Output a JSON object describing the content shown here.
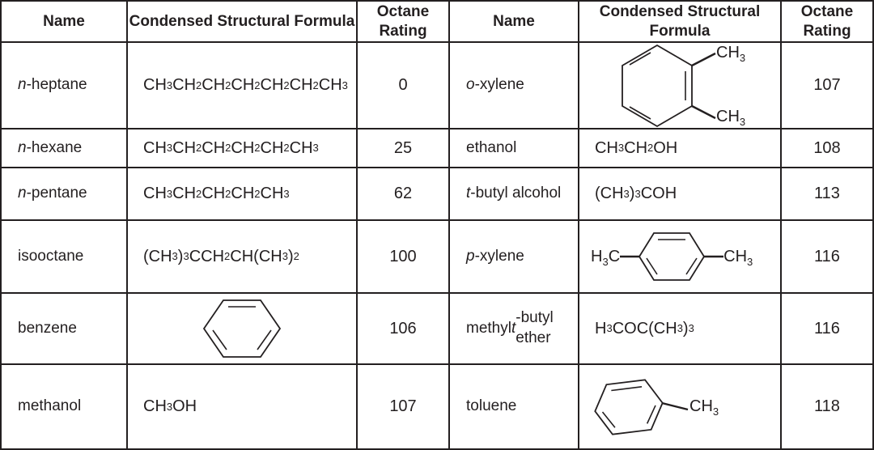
{
  "colors": {
    "ink": "#231f20",
    "background": "#ffffff",
    "grid_line": "#231f20"
  },
  "table": {
    "left": {
      "headers": {
        "name": "Name",
        "formula": "Condensed Structural Formula",
        "octane": "Octane Rating"
      },
      "rows": [
        {
          "name": "*n*-heptane",
          "formula": "CH_3_CH_2_CH_2_CH_2_CH_2_CH_2_CH_3_",
          "octane": "0"
        },
        {
          "name": "*n*-hexane",
          "formula": "CH_3_CH_2_CH_2_CH_2_CH_2_CH_3_",
          "octane": "25"
        },
        {
          "name": "*n*-pentane",
          "formula": "CH_3_CH_2_CH_2_CH_2_CH_3_",
          "octane": "62"
        },
        {
          "name": "isooctane",
          "formula": "(CH_3_)_3_CCH_2_CH(CH_3_)_2_",
          "octane": "100"
        },
        {
          "name": "benzene",
          "structure": "benzene-ring",
          "octane": "106"
        },
        {
          "name": "methanol",
          "formula": "CH_3_OH",
          "octane": "107"
        }
      ]
    },
    "right": {
      "headers": {
        "name": "Name",
        "formula": "Condensed Structural Formula",
        "octane": "Octane Rating"
      },
      "rows": [
        {
          "name": "*o*-xylene",
          "structure": "o-xylene-ring",
          "labels": {
            "top": "CH_3_",
            "bottom": "CH_3_"
          },
          "octane": "107"
        },
        {
          "name": "ethanol",
          "formula": "CH_3_CH_2_OH",
          "octane": "108"
        },
        {
          "name": "*t*-butyl alcohol",
          "formula": "(CH_3_)_3_COH",
          "octane": "113"
        },
        {
          "name": "*p*-xylene",
          "structure": "p-xylene-ring",
          "labels": {
            "left": "H_3_C",
            "right": "CH_3_"
          },
          "octane": "116"
        },
        {
          "name": "methyl *t*-butyl ether",
          "formula": "H_3_COC(CH_3_)_3_",
          "octane": "116"
        },
        {
          "name": "toluene",
          "structure": "toluene-ring",
          "labels": {
            "right": "CH_3_"
          },
          "octane": "118"
        }
      ]
    }
  }
}
